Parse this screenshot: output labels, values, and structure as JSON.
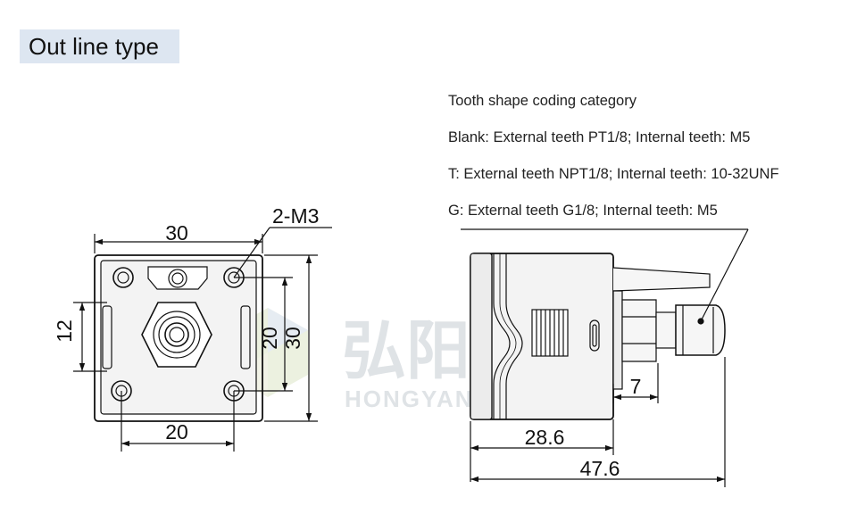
{
  "title": "Out line type",
  "notes": [
    "Tooth shape coding category",
    "Blank: External teeth PT1/8; Internal teeth: M5",
    "T: External teeth NPT1/8; Internal teeth: 10-32UNF",
    "G: External teeth G1/8; Internal teeth: M5"
  ],
  "front_view": {
    "width_top": "30",
    "thread_callout": "2-M3",
    "height_left": "12",
    "height_inner": "20",
    "height_outer": "30",
    "width_bottom": "20"
  },
  "side_view": {
    "dim_small": "7",
    "dim_mid": "28.6",
    "dim_total": "47.6"
  },
  "watermark": {
    "cn": "弘阳",
    "en": "HONGYANG"
  }
}
